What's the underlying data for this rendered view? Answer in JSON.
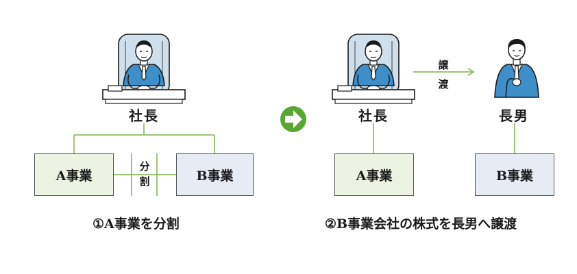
{
  "left": {
    "ceo_label": "社長",
    "box_a": "A事業",
    "box_b": "B事業",
    "split_label": [
      "分",
      "割"
    ],
    "caption": "①A事業を分割"
  },
  "right": {
    "ceo_label": "社長",
    "son_label": "長男",
    "transfer_label": [
      "譲",
      "渡"
    ],
    "box_a": "A事業",
    "box_b": "B事業",
    "caption": "②B事業会社の株式を長男へ譲渡"
  },
  "colors": {
    "connector_green": "#7fb24a",
    "arrow_circle": "#5aa632",
    "box_a_fill": "#edf3e2",
    "box_b_fill": "#e6ebf4",
    "suit_blue": "#3d8ec9",
    "chair_blue": "#cfe0ec"
  },
  "icons": [
    "ceo-at-desk-icon",
    "next-step-arrow-icon",
    "eldest-son-icon"
  ]
}
